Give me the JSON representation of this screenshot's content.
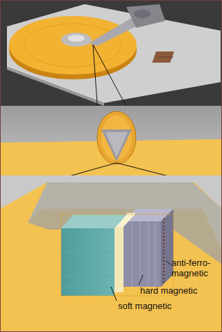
{
  "diagram": {
    "labels": [
      "anti-ferro-magnetic",
      "hard magnetic",
      "soft magnetic"
    ]
  }
}
